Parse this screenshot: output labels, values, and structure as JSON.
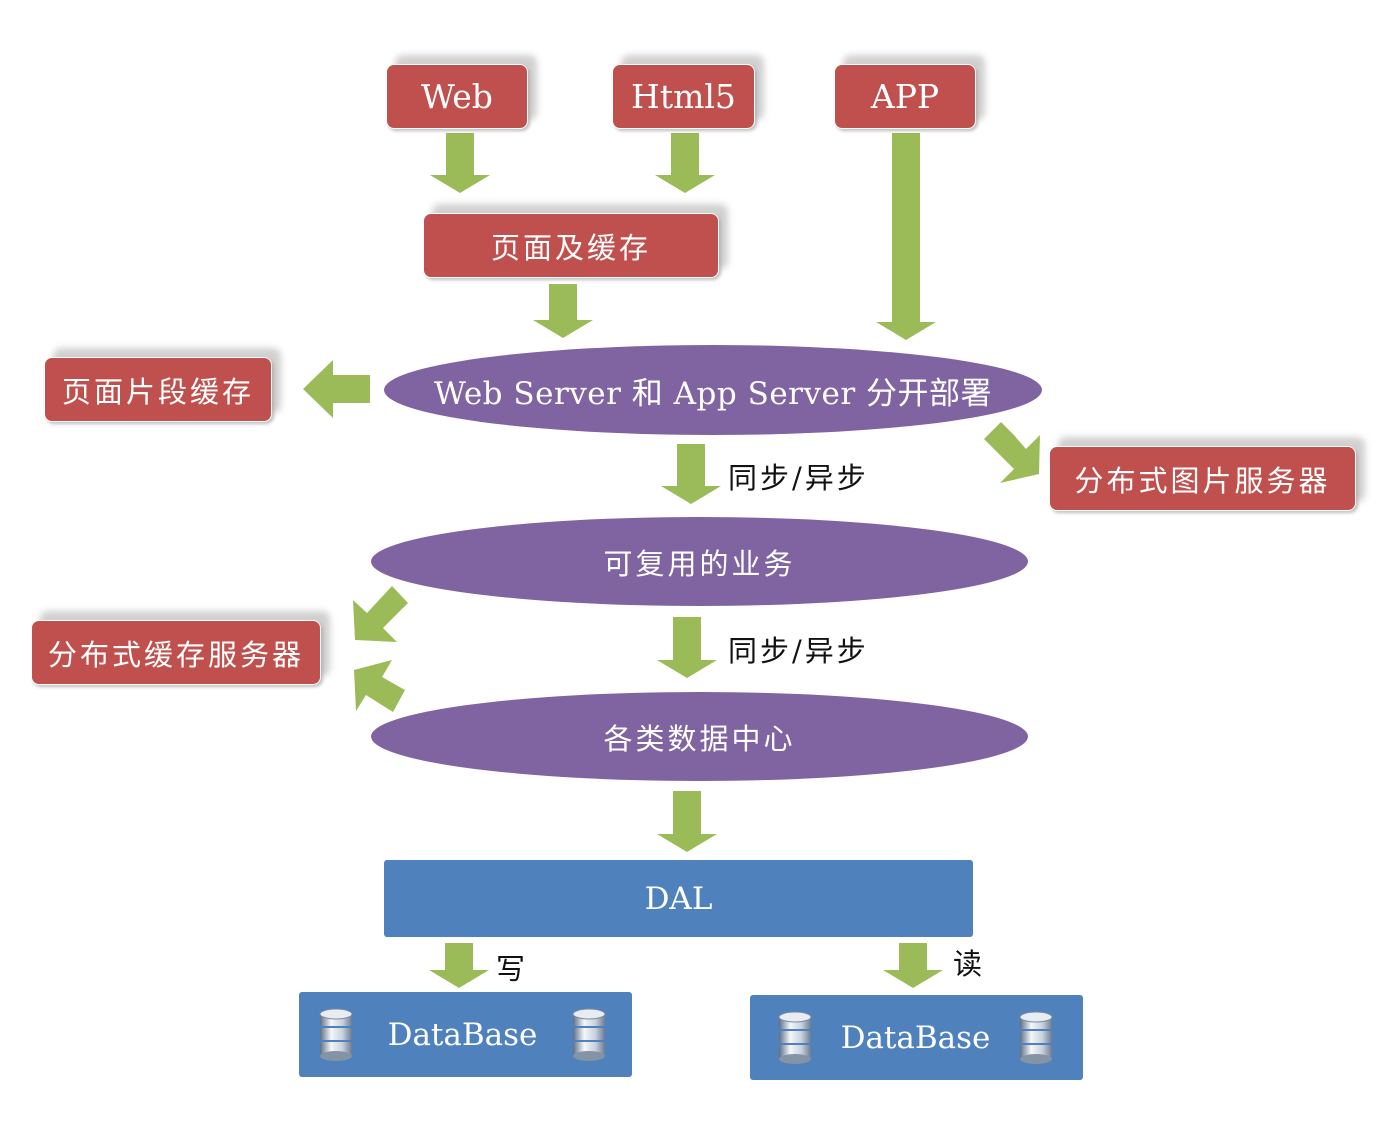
{
  "nodes": {
    "web": "Web",
    "html5": "Html5",
    "app": "APP",
    "page_cache": "页面及缓存",
    "fragment_cache": "页面片段缓存",
    "server": "Web Server 和 App Server 分开部署",
    "image_server": "分布式图片服务器",
    "business": "可复用的业务",
    "cache_server": "分布式缓存服务器",
    "data_center": "各类数据中心",
    "dal": "DAL",
    "db_write": "DataBase",
    "db_read": "DataBase"
  },
  "edges": {
    "sync1": "同步/异步",
    "sync2": "同步/异步",
    "write": "写",
    "read": "读"
  },
  "colors": {
    "red_box": "#c0504d",
    "purple_ellipse": "#8064a2",
    "blue_box": "#4f81bd",
    "arrow": "#9bbb59"
  }
}
